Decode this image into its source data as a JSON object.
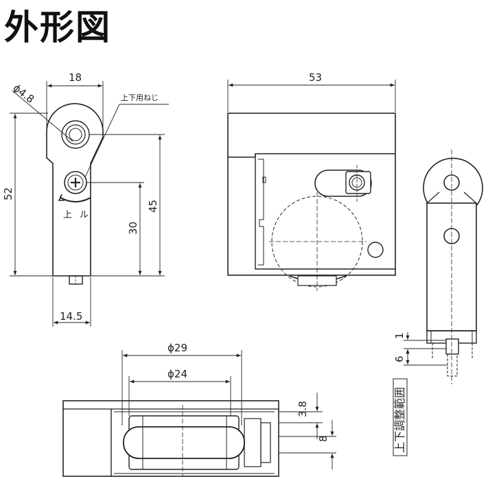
{
  "title": "外形図",
  "front_view": {
    "dim_width_top": "18",
    "dim_hole": "ϕ4.8",
    "screw_label": "上下用ねじ",
    "dim_height_total": "52",
    "dim_height_45": "45",
    "dim_height_30": "30",
    "dim_width_bottom": "14.5",
    "arrow_up": "上",
    "arrow_down": "ル"
  },
  "side_view": {
    "dim_width": "53"
  },
  "end_view": {
    "dim_1": "1",
    "dim_6": "6",
    "range_label": "上下調整範囲"
  },
  "bottom_view": {
    "dim_outer_wheel": "ϕ29",
    "dim_inner_wheel": "ϕ24",
    "dim_3_8": "3.8",
    "dim_8": "8"
  }
}
